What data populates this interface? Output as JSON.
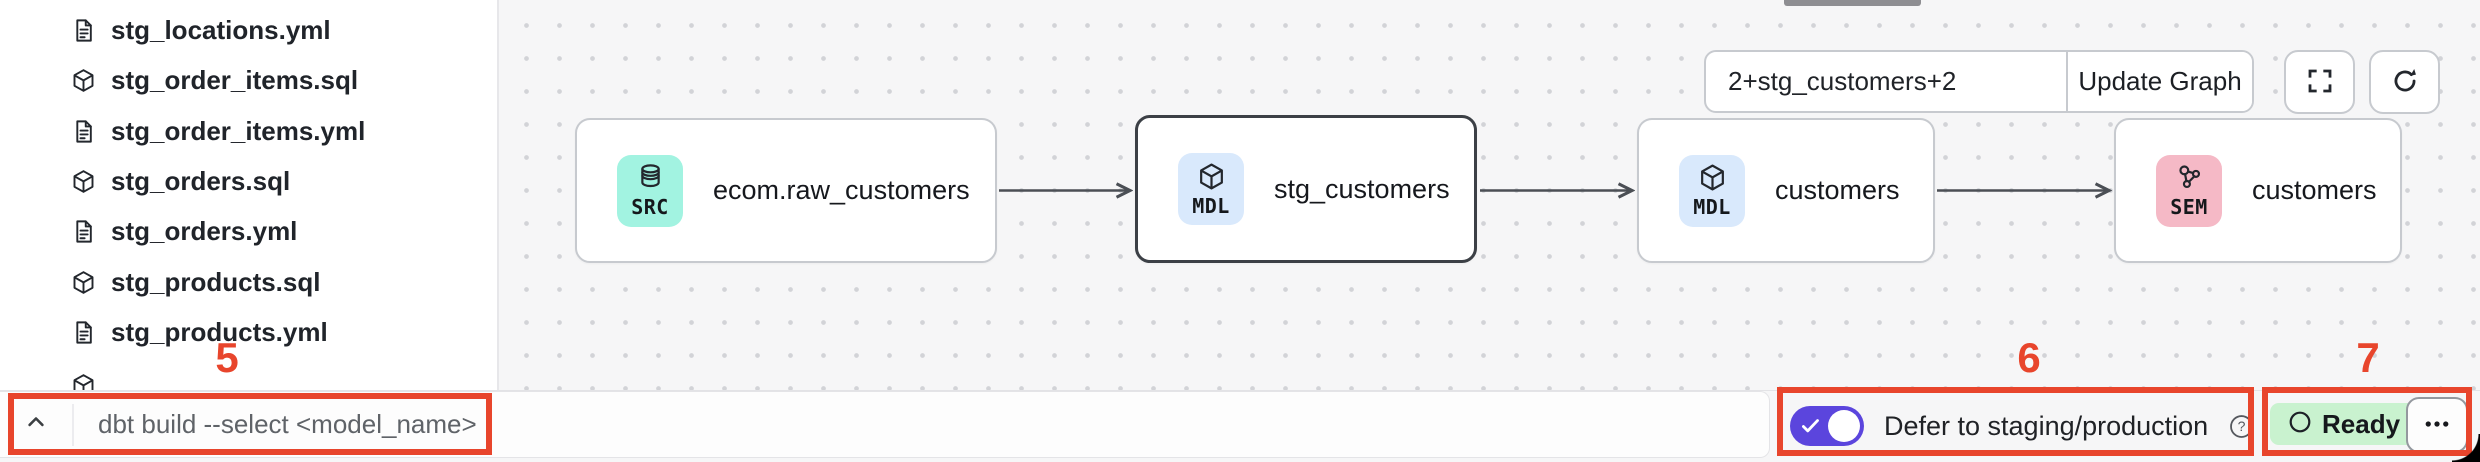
{
  "sidebar": {
    "files": [
      {
        "name": "stg_locations.yml",
        "type": "yml",
        "icon": "document-icon"
      },
      {
        "name": "stg_order_items.sql",
        "type": "sql",
        "icon": "model-cube-icon"
      },
      {
        "name": "stg_order_items.yml",
        "type": "yml",
        "icon": "document-icon"
      },
      {
        "name": "stg_orders.sql",
        "type": "sql",
        "icon": "model-cube-icon"
      },
      {
        "name": "stg_orders.yml",
        "type": "yml",
        "icon": "document-icon"
      },
      {
        "name": "stg_products.sql",
        "type": "sql",
        "icon": "model-cube-icon"
      },
      {
        "name": "stg_products.yml",
        "type": "yml",
        "icon": "document-icon"
      },
      {
        "name": "",
        "type": "sql",
        "icon": "model-cube-icon",
        "partial": true
      }
    ]
  },
  "lineage": {
    "selector": {
      "value": "2+stg_customers+2",
      "update_button": "Update Graph"
    },
    "nodes": [
      {
        "badge": "SRC",
        "label": "ecom.raw_customers",
        "icon": "database-icon",
        "badge_color": "#a2f3e1",
        "selected": false
      },
      {
        "badge": "MDL",
        "label": "stg_customers",
        "icon": "cube-icon",
        "badge_color": "#d9e9fc",
        "selected": true
      },
      {
        "badge": "MDL",
        "label": "customers",
        "icon": "cube-icon",
        "badge_color": "#d9e9fc",
        "selected": false
      },
      {
        "badge": "SEM",
        "label": "customers",
        "icon": "semantic-model-icon",
        "badge_color": "#f5b9c6",
        "selected": false
      }
    ],
    "edges": [
      {
        "from": 0,
        "to": 1
      },
      {
        "from": 1,
        "to": 2
      },
      {
        "from": 2,
        "to": 3
      }
    ]
  },
  "bottom_bar": {
    "command_input_placeholder": "dbt build --select <model_name>",
    "defer_toggle": {
      "state": "on",
      "label": "Defer to staging/production",
      "color": "#5b45dd"
    },
    "status_badge": {
      "label": "Ready",
      "bg": "#c9f2cf"
    }
  },
  "annotations": {
    "color": "#e8452c",
    "labels": [
      "5",
      "6",
      "7"
    ]
  },
  "colors": {
    "canvas_bg": "#f6f6f7",
    "selected_node_border": "#3c4046",
    "annotation_red": "#e8452c",
    "src_badge": "#a2f3e1",
    "mdl_badge": "#d9e9fc",
    "sem_badge": "#f5b9c6",
    "toggle_on": "#5b45dd",
    "ready_bg": "#c9f2cf"
  }
}
